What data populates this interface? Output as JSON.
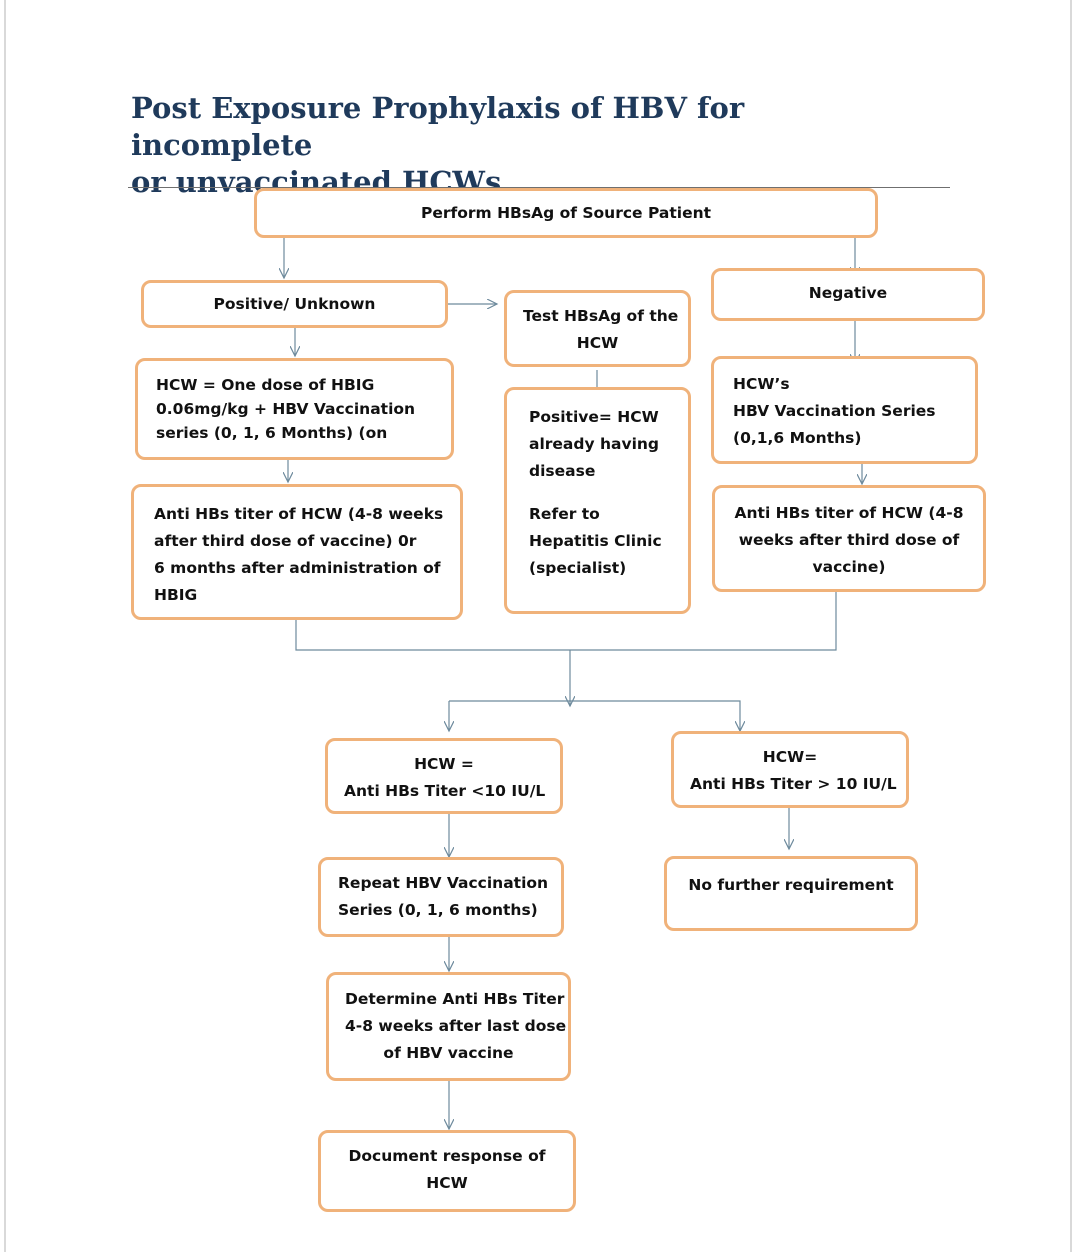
{
  "title": {
    "line1": "Post Exposure Prophylaxis of HBV for incomplete",
    "line2": "or unvaccinated HCWs"
  },
  "nodes": {
    "start": "Perform HBsAg of Source Patient",
    "positive_unknown": "Positive/ Unknown",
    "test_hcw": {
      "line1": "Test HBsAg of the",
      "line2": "HCW"
    },
    "negative": "Negative",
    "hbig_dose": {
      "line1": "HCW = One dose of HBIG",
      "line2": "0.06mg/kg + HBV Vaccination",
      "line3": "series (0, 1, 6 Months) (on"
    },
    "positive_hcw": {
      "line1": "Positive= HCW",
      "line2": "already having",
      "line3": "disease",
      "line4": "Refer to",
      "line5": "Hepatitis Clinic",
      "line6": "(specialist)"
    },
    "hcw_vaccination": {
      "line1": "HCW’s",
      "line2": "HBV Vaccination Series",
      "line3": "(0,1,6 Months)"
    },
    "anti_hbs_left": {
      "line1": "Anti HBs titer of HCW (4-8 weeks",
      "line2": "after third dose of vaccine) 0r",
      "line3": "6 months after administration of",
      "line4": "HBIG"
    },
    "anti_hbs_right": {
      "line1": "Anti HBs titer of HCW (4-8",
      "line2": "weeks after third dose of",
      "line3": "vaccine)"
    },
    "titer_low": {
      "line1": "HCW =",
      "line2": "Anti HBs Titer <10 IU/L"
    },
    "titer_high": {
      "line1": "HCW=",
      "line2": "Anti HBs Titer > 10 IU/L"
    },
    "repeat_vaccination": {
      "line1": "Repeat HBV Vaccination",
      "line2": "Series (0, 1, 6 months)"
    },
    "no_further": "No further requirement",
    "determine_titer": {
      "line1": "Determine Anti HBs Titer",
      "line2": "4-8 weeks after last dose",
      "line3": "of HBV vaccine"
    },
    "document_response": {
      "line1": "Document response of",
      "line2": "HCW"
    }
  },
  "colors": {
    "box_border": "#f0b27a",
    "connector": "#6d8a9c",
    "title": "#1f3a5b"
  }
}
